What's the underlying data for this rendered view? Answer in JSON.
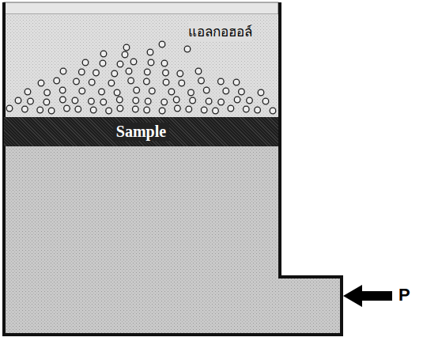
{
  "diagram": {
    "nodes": [
      {
        "text": [
          "Sample"
        ]
      }
    ],
    "labels": [
      "แอลกอฮอล์",
      "P"
    ]
  }
}
